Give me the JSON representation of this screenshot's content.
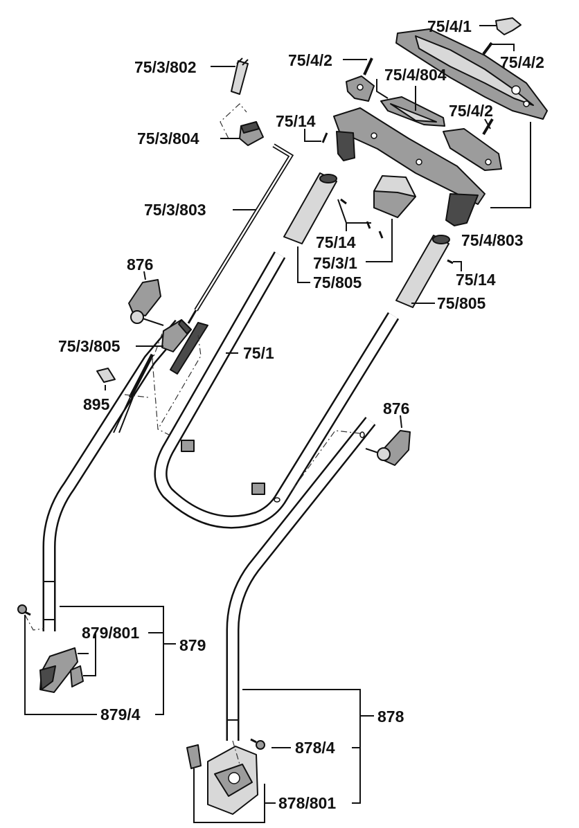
{
  "labels": {
    "p_75_4_1": "75/4/1",
    "p_75_4_2_a": "75/4/2",
    "p_75_4_2_b": "75/4/2",
    "p_75_4_2_c": "75/4/2",
    "p_75_4_804": "75/4/804",
    "p_75_3_802": "75/3/802",
    "p_75_14_a": "75/14",
    "p_75_3_804": "75/3/804",
    "p_75_3_803": "75/3/803",
    "p_75_4_803": "75/4/803",
    "p_75_14_b": "75/14",
    "p_75_3_1": "75/3/1",
    "p_75_805_a": "75/805",
    "p_75_14_c": "75/14",
    "p_75_805_b": "75/805",
    "p_876_a": "876",
    "p_75_3_805": "75/3/805",
    "p_75_1": "75/1",
    "p_895": "895",
    "p_876_b": "876",
    "p_879_801": "879/801",
    "p_879": "879",
    "p_879_4": "879/4",
    "p_878": "878",
    "p_878_4": "878/4",
    "p_878_801": "878/801"
  }
}
